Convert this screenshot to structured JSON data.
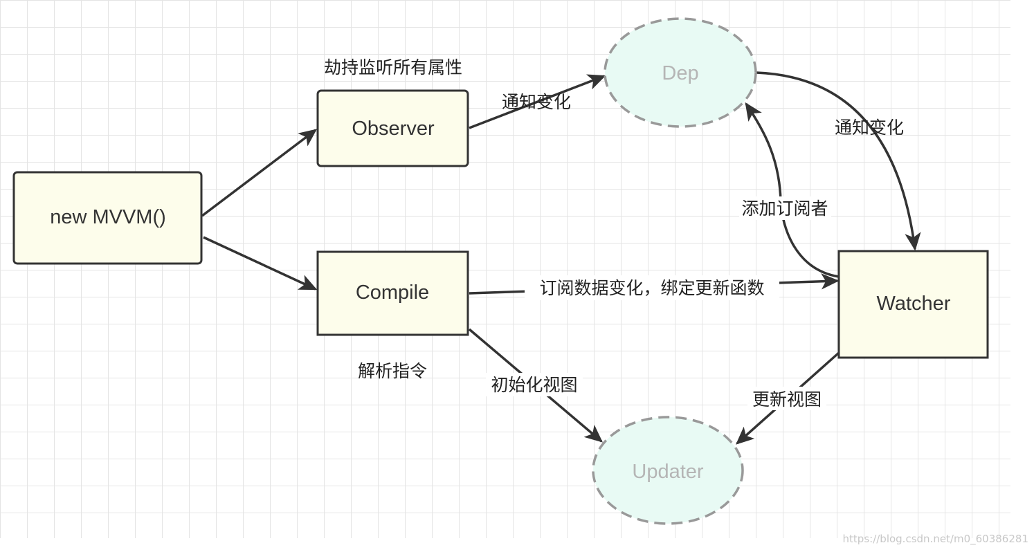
{
  "nodes": {
    "mvvm": "new MVVM()",
    "observer": "Observer",
    "compile": "Compile",
    "watcher": "Watcher",
    "dep": "Dep",
    "updater": "Updater"
  },
  "labels": {
    "observer_caption": "劫持监听所有属性",
    "observer_to_dep": "通知变化",
    "dep_to_watcher": "通知变化",
    "watcher_to_dep": "添加订阅者",
    "compile_to_watcher": "订阅数据变化，绑定更新函数",
    "compile_caption": "解析指令",
    "compile_to_updater": "初始化视图",
    "watcher_to_updater": "更新视图"
  },
  "watermark": "https://blog.csdn.net/m0_60386281",
  "colors": {
    "box_fill": "#fdfdeb",
    "box_stroke": "#333333",
    "ellipse_fill": "#e8faf4",
    "ellipse_stroke": "#999999",
    "arrow": "#333333"
  }
}
